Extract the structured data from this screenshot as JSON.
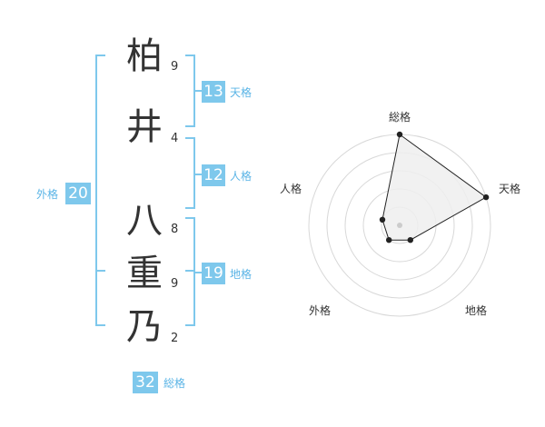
{
  "name": {
    "chars": [
      {
        "kanji": "柏",
        "strokes": "9"
      },
      {
        "kanji": "井",
        "strokes": "4"
      },
      {
        "kanji": "八",
        "strokes": "8"
      },
      {
        "kanji": "重",
        "strokes": "9"
      },
      {
        "kanji": "乃",
        "strokes": "2"
      }
    ]
  },
  "fortune": {
    "tenkaku": {
      "value": "13",
      "label": "天格"
    },
    "jinkaku": {
      "value": "12",
      "label": "人格"
    },
    "chikaku": {
      "value": "19",
      "label": "地格"
    },
    "gaikaku": {
      "value": "20",
      "label": "外格"
    },
    "soukaku": {
      "value": "32",
      "label": "総格"
    }
  },
  "chart_data": {
    "type": "radar",
    "axes": [
      "総格",
      "天格",
      "地格",
      "外格",
      "人格"
    ],
    "values": [
      5,
      5,
      1,
      1,
      1
    ],
    "max": 5
  },
  "colors": {
    "bracket": "#7ec8ec",
    "badge": "#7ec8ec",
    "badge_label": "#5ab4e6",
    "radar_line": "#222222",
    "radar_fill": "#eeeeee",
    "radar_grid": "#d8d8d8"
  }
}
